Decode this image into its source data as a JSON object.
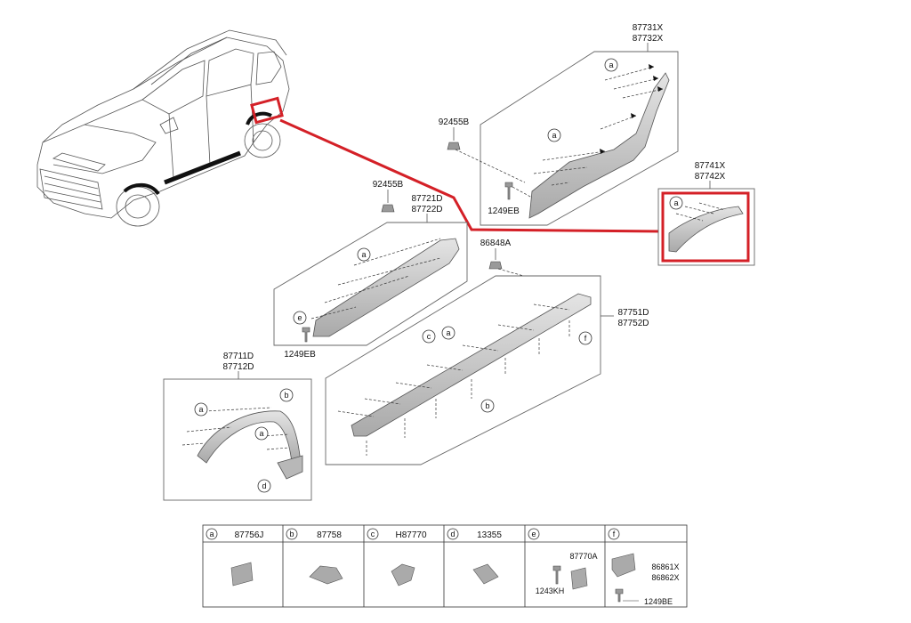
{
  "parts": {
    "rear_molding": {
      "num1": "87731X",
      "num2": "87732X"
    },
    "rear_arch": {
      "num1": "87741X",
      "num2": "87742X"
    },
    "front_door_molding": {
      "num1": "87721D",
      "num2": "87722D"
    },
    "front_arch": {
      "num1": "87711D",
      "num2": "87712D"
    },
    "side_sill": {
      "num1": "87751D",
      "num2": "87752D"
    },
    "clip_rear": "92455B",
    "clip_front": "92455B",
    "clip_sill": "86848A",
    "screw_rear": "1249EB",
    "screw_front": "1249EB"
  },
  "callouts": [
    "a",
    "b",
    "c",
    "d",
    "e",
    "f"
  ],
  "legend": [
    {
      "key": "a",
      "part": "87756J"
    },
    {
      "key": "b",
      "part": "87758"
    },
    {
      "key": "c",
      "part": "H87770"
    },
    {
      "key": "d",
      "part": "13355"
    },
    {
      "key": "e",
      "part": "",
      "sub": [
        "87770A",
        "1243KH"
      ]
    },
    {
      "key": "f",
      "part": "",
      "sub": [
        "86861X",
        "86862X",
        "1249BE"
      ]
    }
  ],
  "colors": {
    "highlight": "#d42027",
    "part_fill": "#c9c9c9",
    "line": "#555555"
  }
}
